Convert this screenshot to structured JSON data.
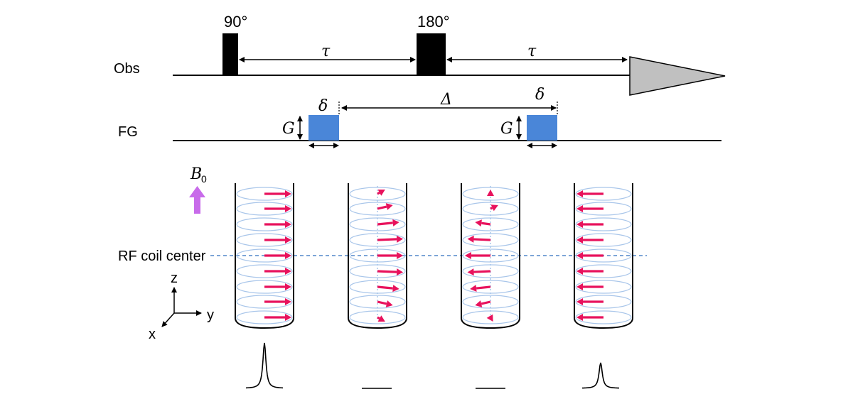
{
  "sequence": {
    "obs_label": "Obs",
    "fg_label": "FG",
    "pulse1_label": "90°",
    "pulse2_label": "180°",
    "tau1_label": "τ",
    "tau2_label": "τ",
    "delta1_label": "δ",
    "delta2_label": "δ",
    "Delta_label": "Δ",
    "g1_label": "G",
    "g2_label": "G"
  },
  "samples": {
    "b0_label": "B",
    "b0_sub": "0",
    "coil_center_label": "RF coil center",
    "axes": {
      "z": "z",
      "y": "y",
      "x": "x"
    },
    "tubes": [
      {
        "name": "tube-1",
        "arrows": [
          [
            0,
            1
          ],
          [
            0,
            1
          ],
          [
            0,
            1
          ],
          [
            0,
            1
          ],
          [
            0,
            1
          ],
          [
            0,
            1
          ],
          [
            0,
            1
          ],
          [
            0,
            1
          ],
          [
            0,
            1
          ]
        ]
      },
      {
        "name": "tube-2",
        "arrows": [
          [
            0.3,
            0.6
          ],
          [
            0.6,
            0.5
          ],
          [
            0.85,
            0.3
          ],
          [
            1,
            0.15
          ],
          [
            1,
            0
          ],
          [
            1,
            -0.15
          ],
          [
            0.85,
            -0.3
          ],
          [
            0.6,
            -0.5
          ],
          [
            0.3,
            -0.6
          ]
        ]
      },
      {
        "name": "tube-3",
        "arrows": [
          [
            0,
            0.6
          ],
          [
            0.3,
            0.5
          ],
          [
            -0.6,
            0.3
          ],
          [
            -0.9,
            0.15
          ],
          [
            -1,
            0
          ],
          [
            -0.9,
            -0.15
          ],
          [
            -0.8,
            -0.3
          ],
          [
            -0.6,
            -0.5
          ],
          [
            0.1,
            -0.6
          ]
        ]
      },
      {
        "name": "tube-4",
        "arrows": [
          [
            0,
            -1
          ],
          [
            0,
            -1
          ],
          [
            0,
            -1
          ],
          [
            0,
            -1
          ],
          [
            0,
            -1
          ],
          [
            0,
            -1
          ],
          [
            0,
            -1
          ],
          [
            0,
            -1
          ],
          [
            0,
            -1
          ]
        ]
      }
    ]
  },
  "colors": {
    "arrow": "#e8125c",
    "gradient_pulse": "#4a86d8",
    "b0_arrow": "#c86bea",
    "disk": "#a9c6ea",
    "dashed_line": "#2e6fbf",
    "fid": "#c0c0c0"
  }
}
